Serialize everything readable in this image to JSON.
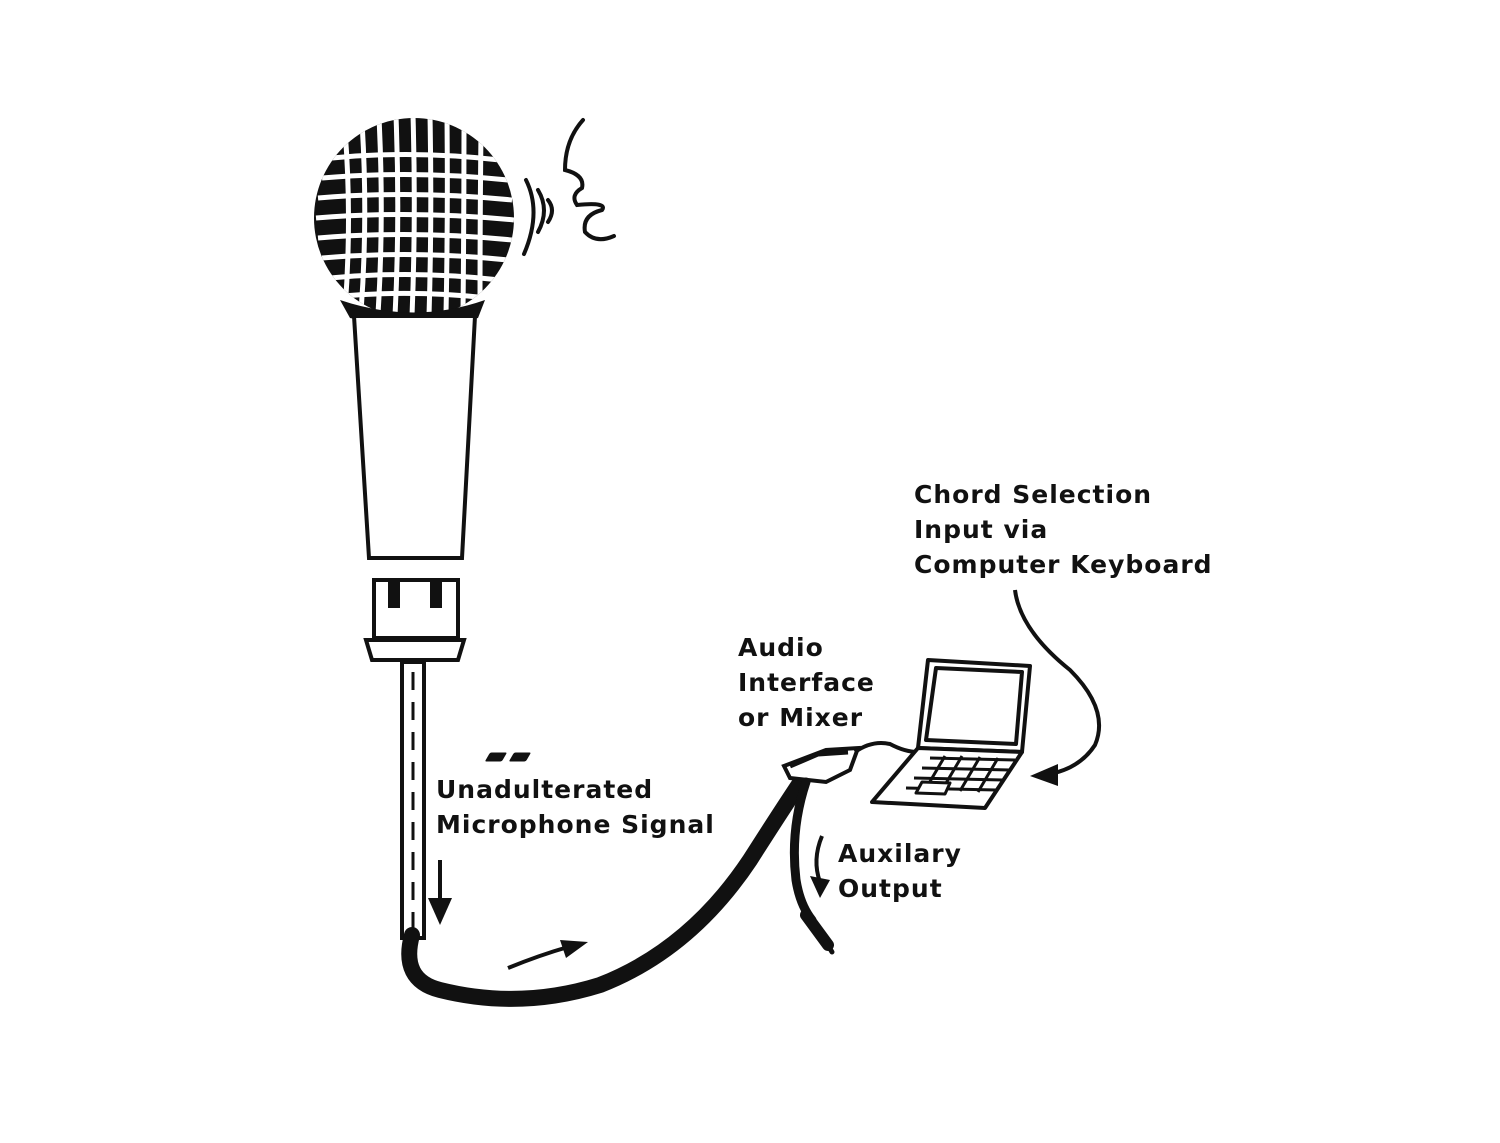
{
  "diagram": {
    "labels": {
      "mic_signal": [
        "Unadulterated",
        "Microphone Signal"
      ],
      "interface": [
        "Audio",
        "Interface",
        "or Mixer"
      ],
      "keyboard": [
        "Chord Selection",
        "Input via",
        "Computer Keyboard"
      ],
      "aux": [
        "Auxilary",
        "Output"
      ]
    },
    "colors": {
      "ink": "#111111",
      "background": "#ffffff"
    },
    "icons": [
      "microphone-icon",
      "speaking-mouth-icon",
      "sound-waves-icon",
      "audio-interface-icon",
      "laptop-icon",
      "audio-jack-icon"
    ]
  }
}
